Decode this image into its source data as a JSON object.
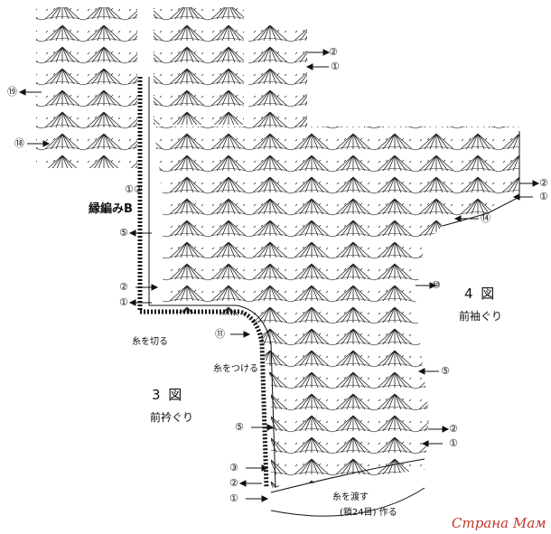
{
  "labels": {
    "fig3_title": "3 図",
    "fig3_caption": "前衿ぐり",
    "fig4_title": "4 図",
    "fig4_caption": "前袖ぐり",
    "edging_b": "縁編みB",
    "cut_yarn": "糸を切る",
    "attach_yarn": "糸をつける",
    "carry_yarn": "糸を渡す",
    "chain_note": "(鎖24目) 作る",
    "watermark": "Страна Мам"
  },
  "row_markers": {
    "r19": "⑲",
    "r18": "⑱",
    "r14": "⑭",
    "r11": "⑪",
    "r10": "⑩",
    "r5": "⑤",
    "r3": "③",
    "r2": "②",
    "r1": "①",
    "r1r2": "①②"
  },
  "colors": {
    "ink": "#111111",
    "watermark": "#c0392b"
  }
}
